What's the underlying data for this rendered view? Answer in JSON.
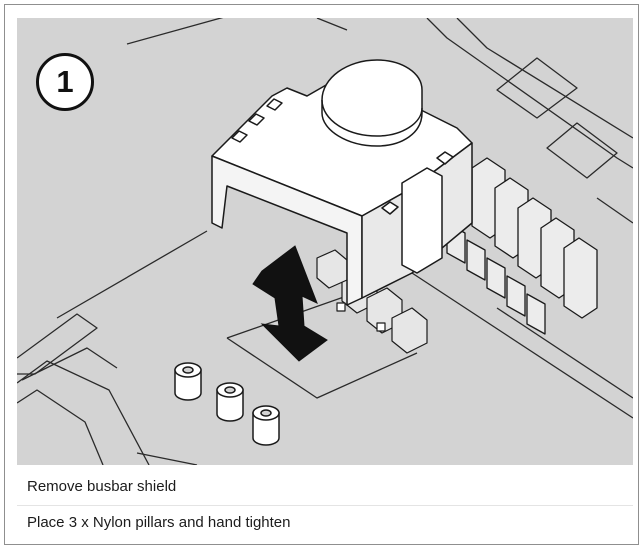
{
  "step": {
    "number": "1"
  },
  "captions": {
    "line1": "Remove busbar shield",
    "line2": "Place 3 x Nylon pillars and hand tighten"
  },
  "colors": {
    "panel_background": "#d3d3d3",
    "line_art": "#1a1a1a",
    "shield_fill": "#ffffff",
    "arrow_fill": "#111111"
  },
  "icons": {
    "step_badge": "numbered-circle",
    "direction_arrow": "double-headed-vertical-arrow"
  }
}
